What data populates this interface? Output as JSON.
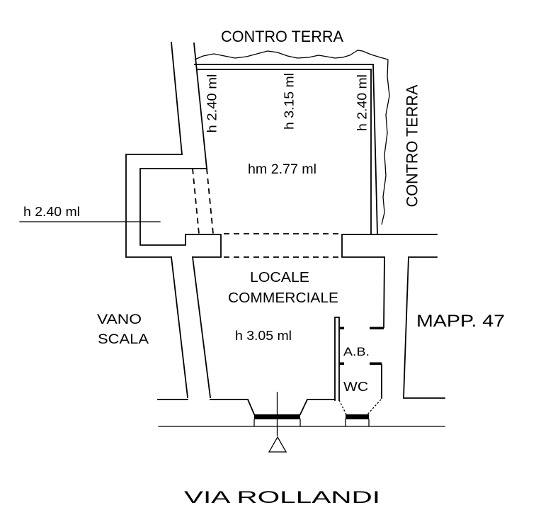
{
  "plan": {
    "type": "floor-plan-scan",
    "background_color": "#ffffff",
    "line_color": "#000000",
    "annotations": {
      "contro_terra_top": "CONTRO TERRA",
      "contro_terra_right": "CONTRO TERRA",
      "wall_height_left": "h 2.40 ml",
      "ceiling_height_main": "h 3.15 ml",
      "wall_height_right": "h 2.40 ml",
      "mean_height": "hm 2.77 ml",
      "niche_height": "h 2.40 ml",
      "room_label_line1": "LOCALE",
      "room_label_line2": "COMMERCIALE",
      "room_height": "h 3.05 ml",
      "stairwell_line1": "VANO",
      "stairwell_line2": "SCALA",
      "bathroom_anteroom": "A.B.",
      "toilet": "WC",
      "parcel": "MAPP. 47",
      "street": "VIA ROLLANDI"
    }
  }
}
